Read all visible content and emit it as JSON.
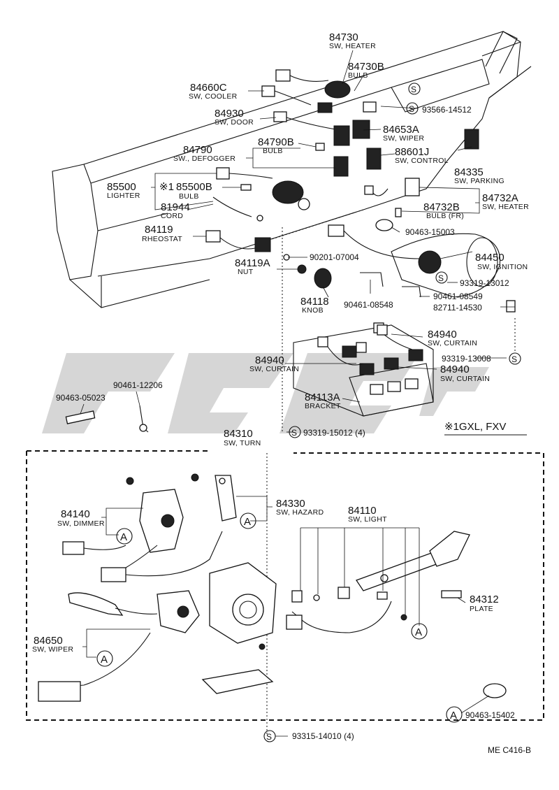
{
  "labels": {
    "p84730": "84730",
    "n84730": "SW, HEATER",
    "p84730b": "84730B",
    "n84730b": "BULB",
    "p84660c": "84660C",
    "n84660c": "SW, COOLER",
    "p84930": "84930",
    "n84930": "SW, DOOR",
    "c93566": "93566-14512",
    "p84653a": "84653A",
    "n84653a": "SW, WIPER",
    "p84790b": "84790B",
    "n84790b": "BULB",
    "p84790": "84790",
    "n84790": "SW., DEFOGGER",
    "p88601j": "88601J",
    "n88601j": "SW, CONTROL",
    "p84335": "84335",
    "n84335": "SW, PARKING",
    "p85500": "85500",
    "n85500": "LIGHTER",
    "mark1": "※1",
    "p85500b": "85500B",
    "n85500b": "BULB",
    "p81944": "81944",
    "n81944": "CORD",
    "p84732a": "84732A",
    "n84732a": "SW, HEATER",
    "p84732b": "84732B",
    "n84732b": "BULB (FR)",
    "c90463_15003": "90463-15003",
    "p84119": "84119",
    "n84119": "RHEOSTAT",
    "c90201": "90201-07004",
    "p84119a": "84119A",
    "n84119a": "NUT",
    "p84450": "84450",
    "n84450": "SW, IGNITION",
    "c93319_13012": "93319-13012",
    "c90461_08549": "90461-08549",
    "c82711": "82711-14530",
    "p84118": "84118",
    "n84118": "KNOB",
    "c90461_08548": "90461-08548",
    "p84940a": "84940",
    "n84940a": "SW, CURTAIN",
    "c93319_13008": "93319-13008",
    "p84940b": "84940",
    "n84940b": "SW, CURTAIN",
    "p84940c": "84940",
    "n84940c": "SW, CURTAIN",
    "p84113a": "84113A",
    "n84113a": "BRACKET",
    "c90461_12206": "90461-12206",
    "c90463_05023": "90463-05023",
    "note_gxl": "※1GXL, FXV",
    "p84310": "84310",
    "n84310": "SW, TURN",
    "c93319_15012": "93319-15012 (4)",
    "p84140": "84140",
    "n84140": "SW, DIMMER",
    "p84330": "84330",
    "n84330": "SW, HAZARD",
    "p84110": "84110",
    "n84110": "SW, LIGHT",
    "p84312": "84312",
    "n84312": "PLATE",
    "p84650": "84650",
    "n84650": "SW, WIPER",
    "c90463_15402": "90463-15402",
    "c93315": "93315-14010 (4)",
    "ref": "ME  C416-B",
    "circle_a": "A",
    "circle_s": "S"
  }
}
